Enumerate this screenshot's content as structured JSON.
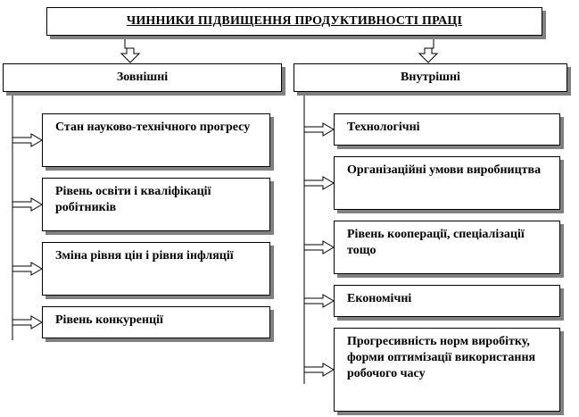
{
  "title": "ЧИННИКИ ПІДВИЩЕННЯ ПРОДУКТИВНОСТІ ПРАЦІ",
  "categories": {
    "external": {
      "label": "Зовнішні",
      "items": [
        "Стан науково-технічного прогресу",
        "Рівень освіти і кваліфікації робітників",
        "Зміна рівня цін і рівня інфляції",
        "Рівень конкуренції"
      ]
    },
    "internal": {
      "label": "Внутрішні",
      "items": [
        "Технологічні",
        "Організаційні умови виробництва",
        "Рівень кооперації, спеціалізації тощо",
        "Економічні",
        "Прогресивність норм виробітку, форми оптимізації використання робочого часу"
      ]
    }
  }
}
